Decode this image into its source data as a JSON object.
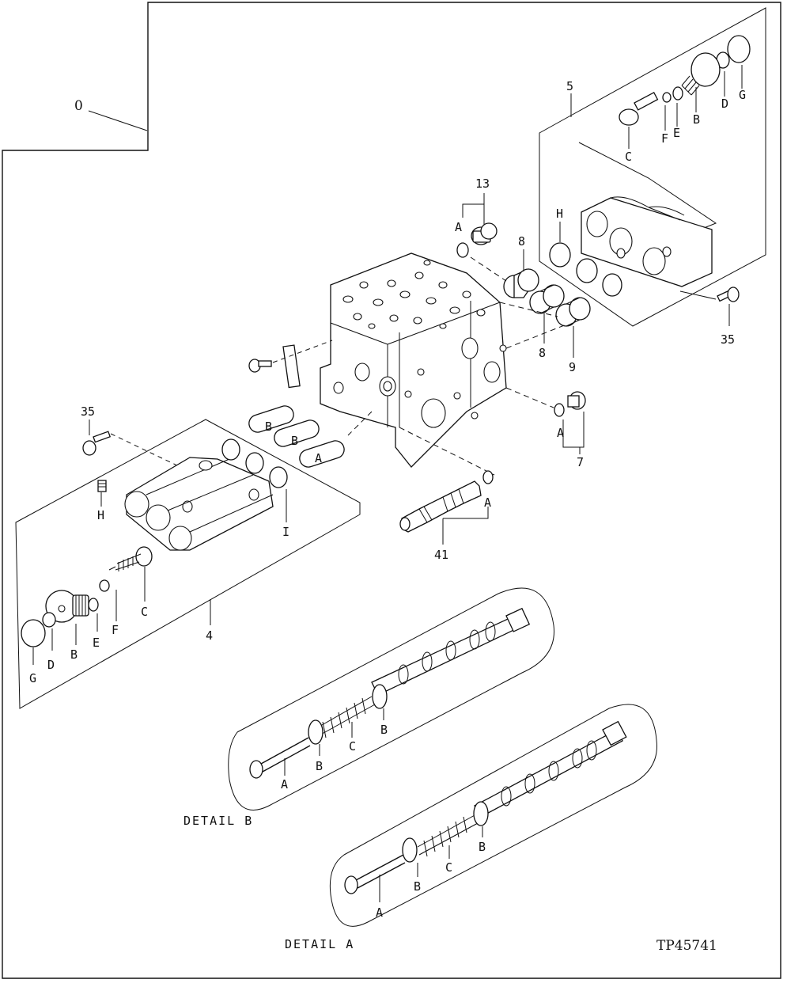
{
  "document_id": "TP45741",
  "item_numbers": {
    "assembly": "0",
    "n4": "4",
    "n5": "5",
    "n7": "7",
    "n8a": "8",
    "n8b": "8",
    "n9": "9",
    "n13": "13",
    "n35_left": "35",
    "n35_right": "35",
    "n41": "41"
  },
  "letters": {
    "A": "A",
    "B": "B",
    "C": "C",
    "D": "D",
    "E": "E",
    "F": "F",
    "G": "G",
    "H": "H",
    "I": "I"
  },
  "details": {
    "detail_a": "DETAIL A",
    "detail_b": "DETAIL B"
  }
}
